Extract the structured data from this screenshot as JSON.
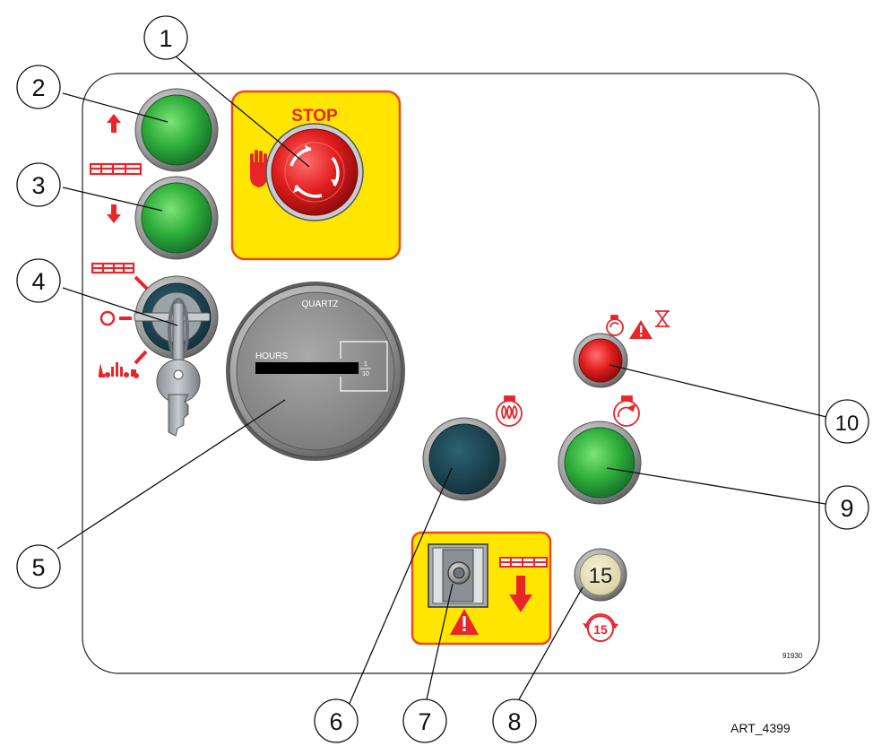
{
  "stop_button": {
    "label": "STOP"
  },
  "hour_meter": {
    "brand_label": "QUARTZ",
    "hours_label": "HOURS",
    "fraction_numerator": "1",
    "fraction_denominator": "10"
  },
  "timer_button": {
    "label": "15",
    "icon_label": "15"
  },
  "panel_code": "91930",
  "art_number": "ART_4399",
  "callouts": [
    "1",
    "2",
    "3",
    "4",
    "5",
    "6",
    "7",
    "8",
    "9",
    "10"
  ],
  "colors": {
    "panel_outline": "#222222",
    "green_button": "#2fae3a",
    "red_button": "#e11d1d",
    "yellow_plate": "#ffe500",
    "plate_border": "#e84b1f",
    "symbol_red": "#e8262a",
    "dark_button": "#1d4654",
    "meter_face": "#8f8f8f"
  },
  "icons": [
    "up-arrow-icon",
    "down-arrow-icon",
    "platform-icon",
    "hand-icon",
    "engine-icon",
    "glow-plug-icon",
    "warning-icon",
    "hourglass-icon",
    "key-icon",
    "toggle-switch-icon",
    "timer-icon"
  ]
}
